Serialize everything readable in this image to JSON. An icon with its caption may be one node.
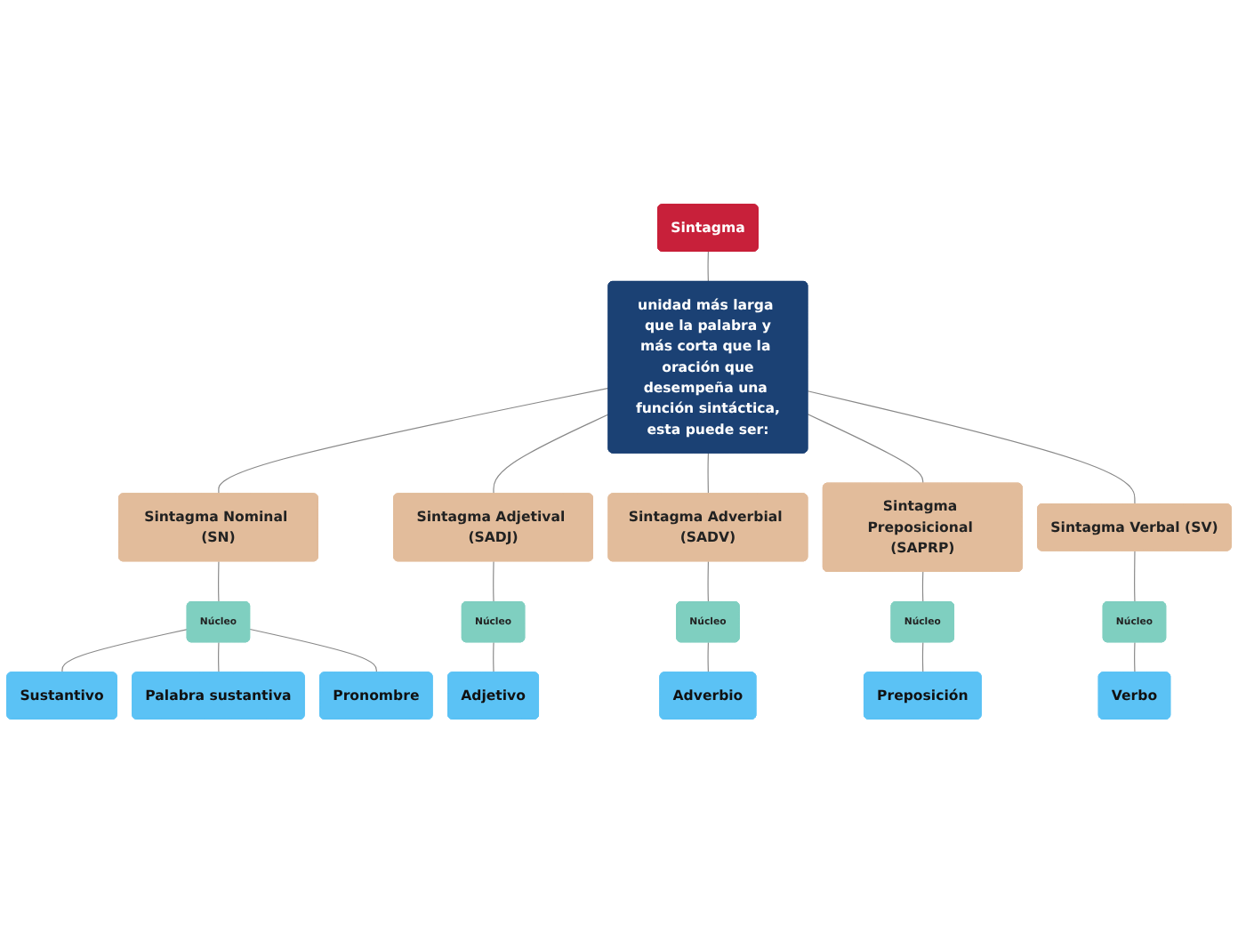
{
  "diagram": {
    "nodes": [
      {
        "text": [
          "Sintagma"
        ]
      },
      {
        "text": [
          "unidad más larga que la palabra y más corta que la oración que desempeña una función sintáctica, esta puede ser:"
        ]
      },
      {
        "text": [
          "Sintagma Nominal (SN)"
        ]
      },
      {
        "text": [
          "Núcleo"
        ]
      },
      {
        "text": [
          "Sustantivo"
        ]
      },
      {
        "text": [
          "Palabra sustantiva"
        ]
      },
      {
        "text": [
          "Pronombre"
        ]
      },
      {
        "text": [
          "Sintagma Adjetival (SADJ)"
        ]
      },
      {
        "text": [
          "Núcleo"
        ]
      },
      {
        "text": [
          "Adjetivo"
        ]
      },
      {
        "text": [
          "Sintagma Adverbial (SADV)"
        ]
      },
      {
        "text": [
          "Núcleo"
        ]
      },
      {
        "text": [
          "Adverbio"
        ]
      },
      {
        "text": [
          "Sintagma Preposicional (SAPRP)"
        ]
      },
      {
        "text": [
          "Núcleo"
        ]
      },
      {
        "text": [
          "Preposición"
        ]
      },
      {
        "text": [
          "Sintagma Verbal (SV)"
        ]
      },
      {
        "text": [
          "Núcleo"
        ]
      },
      {
        "text": [
          "Verbo"
        ]
      }
    ],
    "edges": [
      {
        "from": 0,
        "to": 1,
        "arrow": "none"
      },
      {
        "from": 1,
        "to": 2,
        "arrow": "none"
      },
      {
        "from": 1,
        "to": 7,
        "arrow": "none"
      },
      {
        "from": 1,
        "to": 10,
        "arrow": "none"
      },
      {
        "from": 1,
        "to": 13,
        "arrow": "none"
      },
      {
        "from": 1,
        "to": 16,
        "arrow": "none"
      },
      {
        "from": 2,
        "to": 3,
        "arrow": "none"
      },
      {
        "from": 3,
        "to": 4,
        "arrow": "none"
      },
      {
        "from": 3,
        "to": 5,
        "arrow": "none"
      },
      {
        "from": 3,
        "to": 6,
        "arrow": "none"
      },
      {
        "from": 7,
        "to": 8,
        "arrow": "none"
      },
      {
        "from": 8,
        "to": 9,
        "arrow": "none"
      },
      {
        "from": 10,
        "to": 11,
        "arrow": "none"
      },
      {
        "from": 11,
        "to": 12,
        "arrow": "none"
      },
      {
        "from": 13,
        "to": 14,
        "arrow": "none"
      },
      {
        "from": 14,
        "to": 15,
        "arrow": "none"
      },
      {
        "from": 16,
        "to": 17,
        "arrow": "none"
      },
      {
        "from": 17,
        "to": 18,
        "arrow": "none"
      }
    ]
  }
}
